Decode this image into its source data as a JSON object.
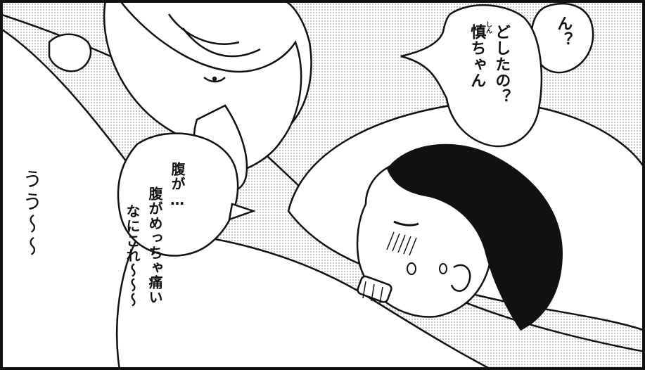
{
  "dialogue": {
    "bubble_1": {
      "line_1": "ん？"
    },
    "bubble_2": {
      "line_1": "どしたの？",
      "line_2": "慎ちゃん",
      "ruby": "しん"
    },
    "bubble_3": {
      "line_1": "腹が…",
      "line_2": "腹がめっちゃ痛い",
      "line_3": "なにこれ〜〜〜"
    },
    "sfx": "うう〜〜"
  },
  "colors": {
    "ink": "#111111",
    "paper": "#ffffff",
    "screentone": "#d8d8d8"
  }
}
